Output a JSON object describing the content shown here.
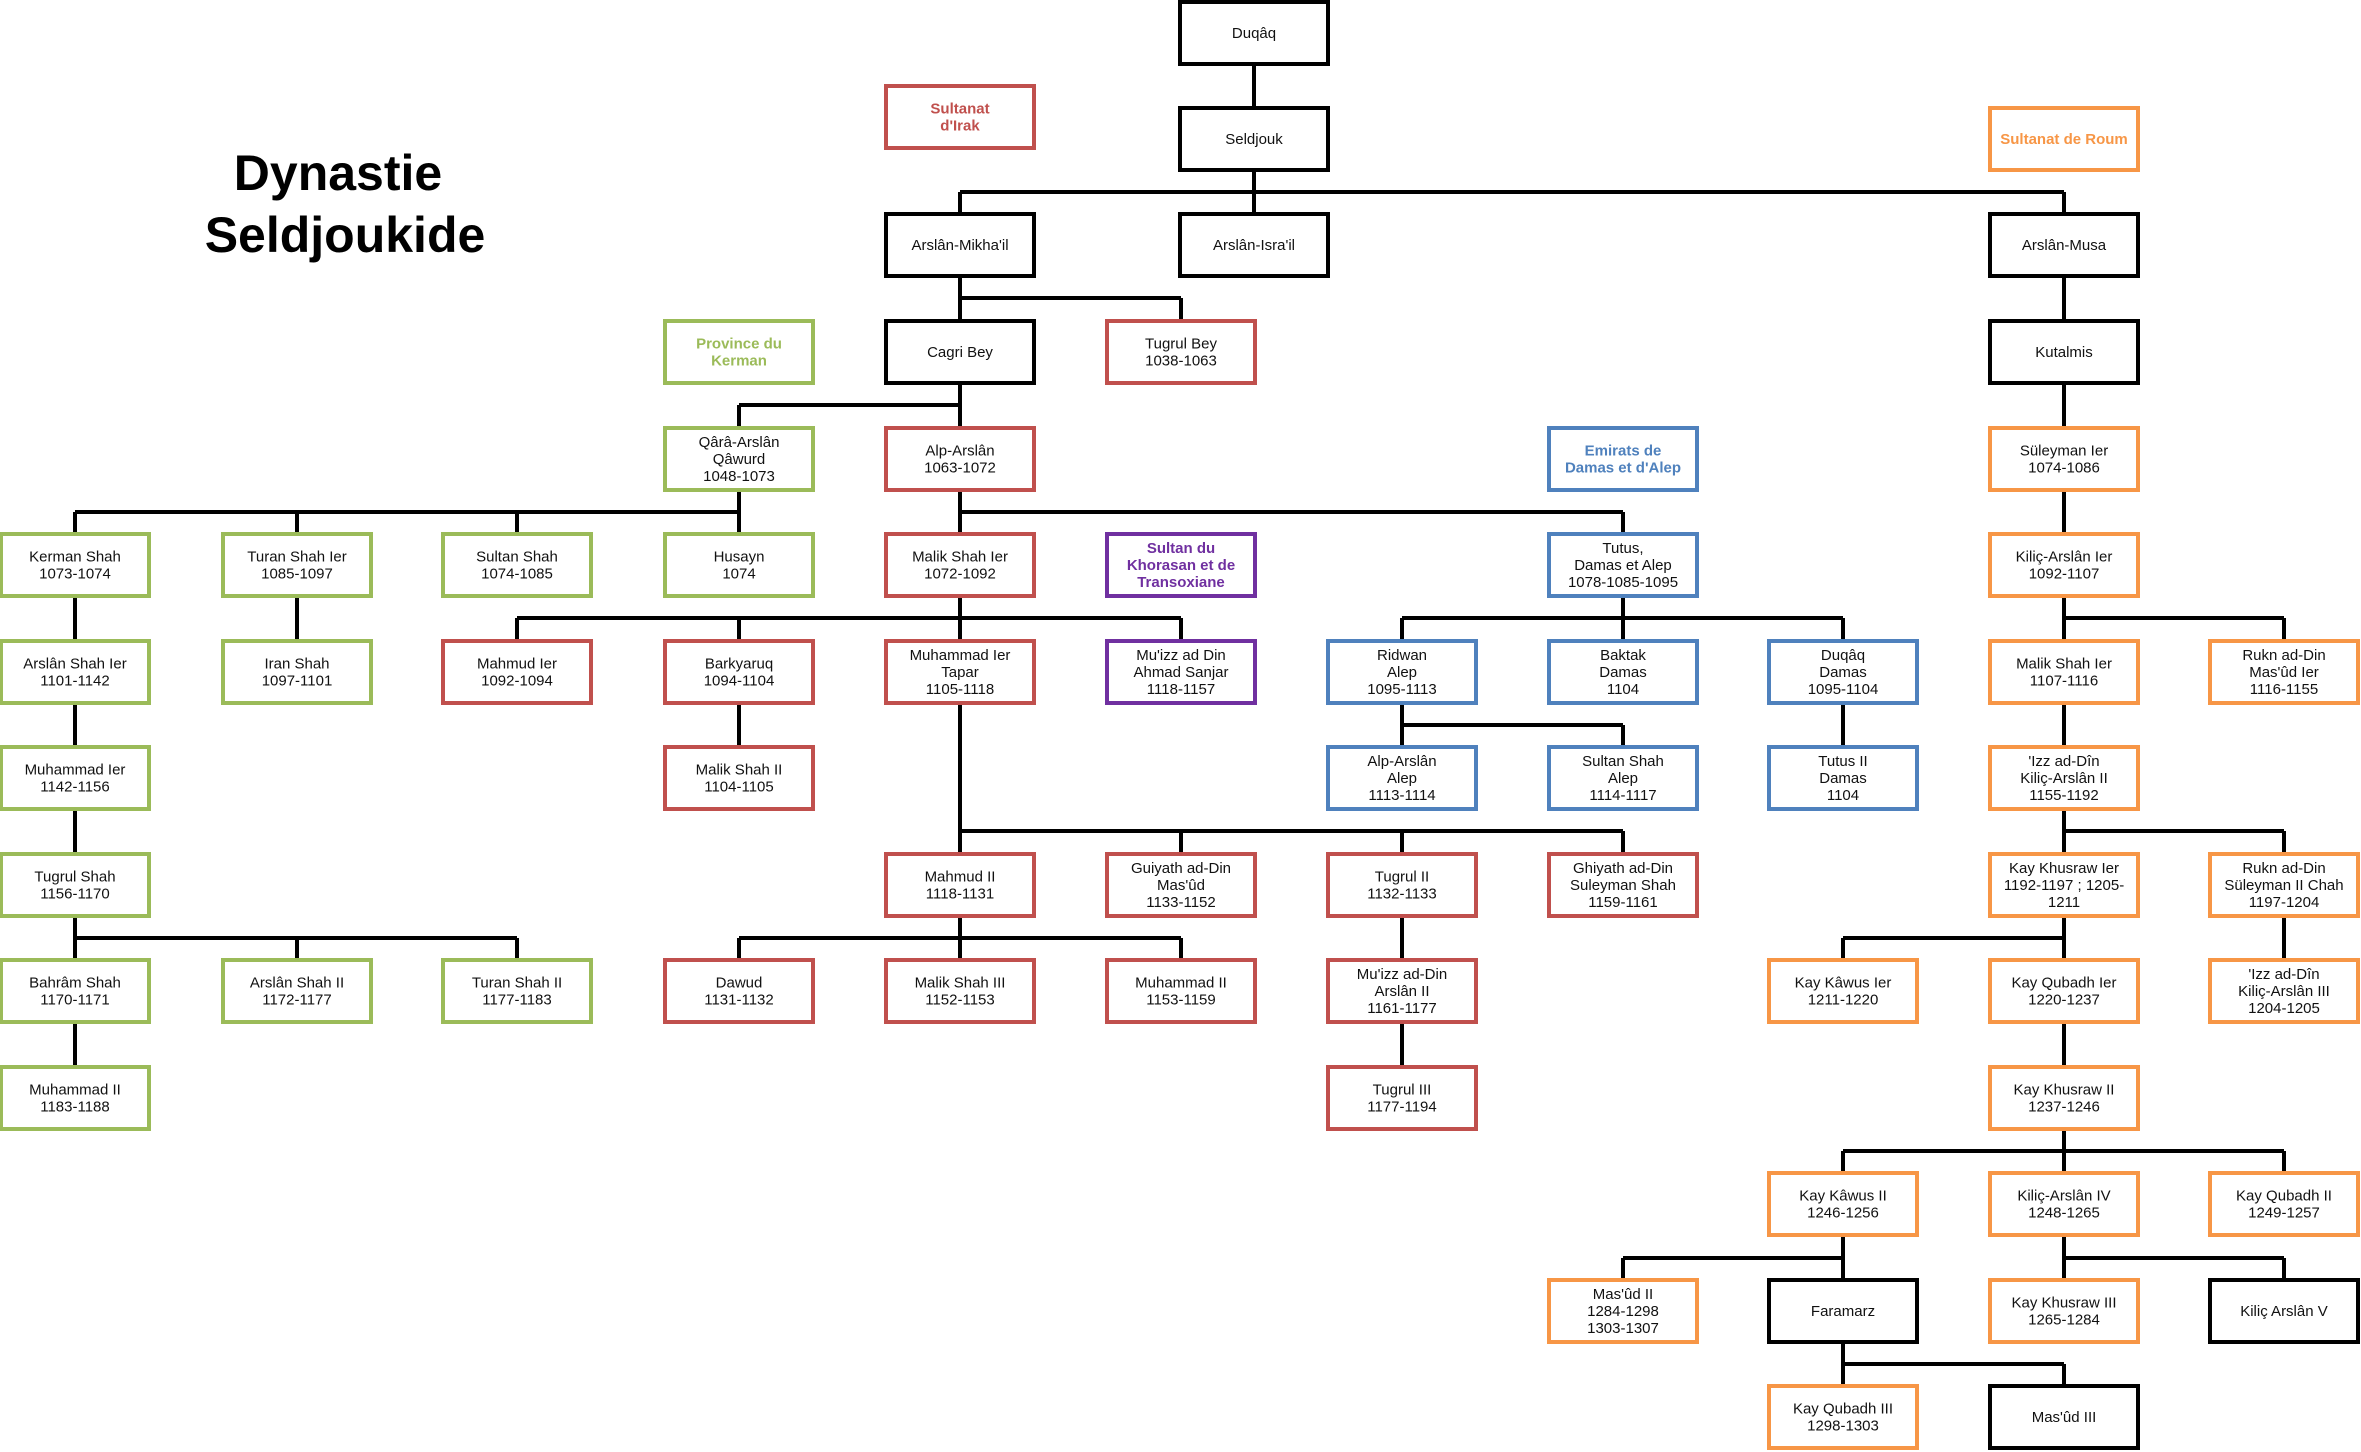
{
  "title": [
    "Dynastie",
    "Seldjoukide"
  ],
  "colors": {
    "black": "#000000",
    "irak": "#c0504d",
    "kerman": "#9bbb59",
    "roum": "#f79646",
    "damas": "#4f81bd",
    "khorasan": "#7030a0"
  },
  "legends": [
    {
      "id": "irak",
      "lines": [
        "Sultanat",
        "d'Irak"
      ]
    },
    {
      "id": "roum",
      "lines": [
        "Sultanat de Roum"
      ]
    },
    {
      "id": "kerman",
      "lines": [
        "Province du",
        "Kerman"
      ]
    },
    {
      "id": "damas",
      "lines": [
        "Emirats de",
        "Damas et d'Alep"
      ]
    },
    {
      "id": "khorasan",
      "lines": [
        "Sultan du",
        "Khorasan et de",
        "Transoxiane"
      ]
    }
  ],
  "nodes": [
    {
      "id": "duqaq",
      "g": "black",
      "lines": [
        "Duqâq"
      ]
    },
    {
      "id": "seldjouk",
      "g": "black",
      "lines": [
        "Seldjouk"
      ]
    },
    {
      "id": "mikhail",
      "g": "black",
      "lines": [
        "Arslân-Mikha'il"
      ]
    },
    {
      "id": "israil",
      "g": "black",
      "lines": [
        "Arslân-Isra'il"
      ]
    },
    {
      "id": "musa",
      "g": "black",
      "lines": [
        "Arslân-Musa"
      ]
    },
    {
      "id": "cagri",
      "g": "black",
      "lines": [
        "Cagri Bey"
      ]
    },
    {
      "id": "tugrul",
      "g": "irak",
      "lines": [
        "Tugrul Bey",
        "1038-1063"
      ]
    },
    {
      "id": "kutalmis",
      "g": "black",
      "lines": [
        "Kutalmis"
      ]
    },
    {
      "id": "qawurd",
      "g": "kerman",
      "lines": [
        "Qârâ-Arslân",
        "Qâwurd",
        "1048-1073"
      ]
    },
    {
      "id": "alparslan",
      "g": "irak",
      "lines": [
        "Alp-Arslân",
        "1063-1072"
      ]
    },
    {
      "id": "suleyman1",
      "g": "roum",
      "lines": [
        "Süleyman Ier",
        "1074-1086"
      ]
    },
    {
      "id": "kerman_shah",
      "g": "kerman",
      "lines": [
        "Kerman Shah",
        "1073-1074"
      ]
    },
    {
      "id": "turan1",
      "g": "kerman",
      "lines": [
        "Turan Shah Ier",
        "1085-1097"
      ]
    },
    {
      "id": "sultan_shah",
      "g": "kerman",
      "lines": [
        "Sultan Shah",
        "1074-1085"
      ]
    },
    {
      "id": "husayn",
      "g": "kerman",
      "lines": [
        "Husayn",
        "1074"
      ]
    },
    {
      "id": "malik1",
      "g": "irak",
      "lines": [
        "Malik Shah Ier",
        "1072-1092"
      ]
    },
    {
      "id": "tutus",
      "g": "damas",
      "lines": [
        "Tutus,",
        "Damas et Alep",
        "1078-1085-1095"
      ]
    },
    {
      "id": "kilic1",
      "g": "roum",
      "lines": [
        "Kiliç-Arslân Ier",
        "1092-1107"
      ]
    },
    {
      "id": "arslan_shah1",
      "g": "kerman",
      "lines": [
        "Arslân Shah Ier",
        "1101-1142"
      ]
    },
    {
      "id": "iran_shah",
      "g": "kerman",
      "lines": [
        "Iran Shah",
        "1097-1101"
      ]
    },
    {
      "id": "mahmud1",
      "g": "irak",
      "lines": [
        "Mahmud Ier",
        "1092-1094"
      ]
    },
    {
      "id": "barkyaruq",
      "g": "irak",
      "lines": [
        "Barkyaruq",
        "1094-1104"
      ]
    },
    {
      "id": "tapar",
      "g": "irak",
      "lines": [
        "Muhammad Ier",
        "Tapar",
        "1105-1118"
      ]
    },
    {
      "id": "sanjar",
      "g": "khorasan",
      "lines": [
        "Mu'izz ad Din",
        "Ahmad Sanjar",
        "1118-1157"
      ]
    },
    {
      "id": "ridwan",
      "g": "damas",
      "lines": [
        "Ridwan",
        "Alep",
        "1095-1113"
      ]
    },
    {
      "id": "baktak",
      "g": "damas",
      "lines": [
        "Baktak",
        "Damas",
        "1104"
      ]
    },
    {
      "id": "duqaq2",
      "g": "damas",
      "lines": [
        "Duqâq",
        "Damas",
        "1095-1104"
      ]
    },
    {
      "id": "malik_roum",
      "g": "roum",
      "lines": [
        "Malik Shah Ier",
        "1107-1116"
      ]
    },
    {
      "id": "rukn_masud",
      "g": "roum",
      "lines": [
        "Rukn ad-Din",
        "Mas'ûd Ier",
        "1116-1155"
      ]
    },
    {
      "id": "muhammad1_k",
      "g": "kerman",
      "lines": [
        "Muhammad Ier",
        "1142-1156"
      ]
    },
    {
      "id": "malik2",
      "g": "irak",
      "lines": [
        "Malik Shah II",
        "1104-1105"
      ]
    },
    {
      "id": "alparslan_alep",
      "g": "damas",
      "lines": [
        "Alp-Arslân",
        "Alep",
        "1113-1114"
      ]
    },
    {
      "id": "sultan_shah_alep",
      "g": "damas",
      "lines": [
        "Sultan Shah",
        "Alep",
        "1114-1117"
      ]
    },
    {
      "id": "tutus2",
      "g": "damas",
      "lines": [
        "Tutus II",
        "Damas",
        "1104"
      ]
    },
    {
      "id": "kilic2",
      "g": "roum",
      "lines": [
        "'Izz ad-Dîn",
        "Kiliç-Arslân II",
        "1155-1192"
      ]
    },
    {
      "id": "tugrul_shah",
      "g": "kerman",
      "lines": [
        "Tugrul Shah",
        "1156-1170"
      ]
    },
    {
      "id": "mahmud2",
      "g": "irak",
      "lines": [
        "Mahmud II",
        "1118-1131"
      ]
    },
    {
      "id": "guiyath",
      "g": "irak",
      "lines": [
        "Guiyath ad-Din",
        "Mas'ûd",
        "1133-1152"
      ]
    },
    {
      "id": "tugrul2",
      "g": "irak",
      "lines": [
        "Tugrul II",
        "1132-1133"
      ]
    },
    {
      "id": "ghiyath_sul",
      "g": "irak",
      "lines": [
        "Ghiyath ad-Din",
        "Suleyman Shah",
        "1159-1161"
      ]
    },
    {
      "id": "khusraw1",
      "g": "roum",
      "lines": [
        "Kay Khusraw Ier",
        "1192-1197 ; 1205-",
        "1211"
      ]
    },
    {
      "id": "rukn_sul2",
      "g": "roum",
      "lines": [
        "Rukn ad-Din",
        "Süleyman II Chah",
        "1197-1204"
      ]
    },
    {
      "id": "bahram",
      "g": "kerman",
      "lines": [
        "Bahrâm Shah",
        "1170-1171"
      ]
    },
    {
      "id": "arslan_shah2",
      "g": "kerman",
      "lines": [
        "Arslân Shah II",
        "1172-1177"
      ]
    },
    {
      "id": "turan2",
      "g": "kerman",
      "lines": [
        "Turan Shah II",
        "1177-1183"
      ]
    },
    {
      "id": "dawud",
      "g": "irak",
      "lines": [
        "Dawud",
        "1131-1132"
      ]
    },
    {
      "id": "malik3",
      "g": "irak",
      "lines": [
        "Malik Shah III",
        "1152-1153"
      ]
    },
    {
      "id": "muhammad2_i",
      "g": "irak",
      "lines": [
        "Muhammad II",
        "1153-1159"
      ]
    },
    {
      "id": "arslan2_i",
      "g": "irak",
      "lines": [
        "Mu'izz ad-Din",
        "Arslân II",
        "1161-1177"
      ]
    },
    {
      "id": "kawus1",
      "g": "roum",
      "lines": [
        "Kay Kâwus Ier",
        "1211-1220"
      ]
    },
    {
      "id": "qubadh1",
      "g": "roum",
      "lines": [
        "Kay Qubadh Ier",
        "1220-1237"
      ]
    },
    {
      "id": "kilic3",
      "g": "roum",
      "lines": [
        "'Izz ad-Dîn",
        "Kiliç-Arslân III",
        "1204-1205"
      ]
    },
    {
      "id": "muhammad2_k",
      "g": "kerman",
      "lines": [
        "Muhammad II",
        "1183-1188"
      ]
    },
    {
      "id": "tugrul3",
      "g": "irak",
      "lines": [
        "Tugrul III",
        "1177-1194"
      ]
    },
    {
      "id": "khusraw2",
      "g": "roum",
      "lines": [
        "Kay Khusraw II",
        "1237-1246"
      ]
    },
    {
      "id": "kawus2",
      "g": "roum",
      "lines": [
        "Kay Kâwus II",
        "1246-1256"
      ]
    },
    {
      "id": "kilic4",
      "g": "roum",
      "lines": [
        "Kiliç-Arslân IV",
        "1248-1265"
      ]
    },
    {
      "id": "qubadh2",
      "g": "roum",
      "lines": [
        "Kay Qubadh II",
        "1249-1257"
      ]
    },
    {
      "id": "masud2",
      "g": "roum",
      "lines": [
        "Mas'ûd II",
        "1284-1298",
        "1303-1307"
      ]
    },
    {
      "id": "faramarz",
      "g": "black",
      "lines": [
        "Faramarz"
      ]
    },
    {
      "id": "khusraw3",
      "g": "roum",
      "lines": [
        "Kay Khusraw III",
        "1265-1284"
      ]
    },
    {
      "id": "kilic5",
      "g": "black",
      "lines": [
        "Kiliç Arslân V"
      ]
    },
    {
      "id": "qubadh3",
      "g": "roum",
      "lines": [
        "Kay Qubadh III",
        "1298-1303"
      ]
    },
    {
      "id": "masud3",
      "g": "black",
      "lines": [
        "Mas'ûd III"
      ]
    }
  ],
  "children": {
    "duqaq": [
      "seldjouk"
    ],
    "seldjouk": [
      "mikhail",
      "israil",
      "musa"
    ],
    "mikhail": [
      "cagri",
      "tugrul"
    ],
    "musa": [
      "kutalmis"
    ],
    "cagri": [
      "qawurd",
      "alparslan"
    ],
    "kutalmis": [
      "suleyman1"
    ],
    "qawurd": [
      "kerman_shah",
      "turan1",
      "sultan_shah",
      "husayn"
    ],
    "alparslan": [
      "malik1",
      "tutus"
    ],
    "suleyman1": [
      "kilic1"
    ],
    "kerman_shah": [
      "arslan_shah1"
    ],
    "turan1": [
      "iran_shah"
    ],
    "malik1": [
      "mahmud1",
      "barkyaruq",
      "tapar",
      "sanjar"
    ],
    "tutus": [
      "ridwan",
      "baktak",
      "duqaq2"
    ],
    "kilic1": [
      "malik_roum",
      "rukn_masud"
    ],
    "arslan_shah1": [
      "muhammad1_k"
    ],
    "barkyaruq": [
      "malik2"
    ],
    "ridwan": [
      "alparslan_alep",
      "sultan_shah_alep"
    ],
    "duqaq2": [
      "tutus2"
    ],
    "malik_roum": [
      "kilic2"
    ],
    "muhammad1_k": [
      "tugrul_shah"
    ],
    "tapar": [
      "mahmud2",
      "guiyath",
      "tugrul2",
      "ghiyath_sul"
    ],
    "kilic2": [
      "khusraw1",
      "rukn_sul2"
    ],
    "tugrul_shah": [
      "bahram",
      "arslan_shah2",
      "turan2"
    ],
    "mahmud2": [
      "dawud",
      "malik3",
      "muhammad2_i"
    ],
    "tugrul2": [
      "arslan2_i"
    ],
    "khusraw1": [
      "kawus1",
      "qubadh1"
    ],
    "rukn_sul2": [
      "kilic3"
    ],
    "bahram": [
      "muhammad2_k"
    ],
    "arslan2_i": [
      "tugrul3"
    ],
    "qubadh1": [
      "khusraw2"
    ],
    "khusraw2": [
      "kawus2",
      "kilic4",
      "qubadh2"
    ],
    "kawus2": [
      "masud2",
      "faramarz"
    ],
    "kilic4": [
      "khusraw3",
      "kilic5"
    ],
    "faramarz": [
      "qubadh3",
      "masud3"
    ]
  }
}
